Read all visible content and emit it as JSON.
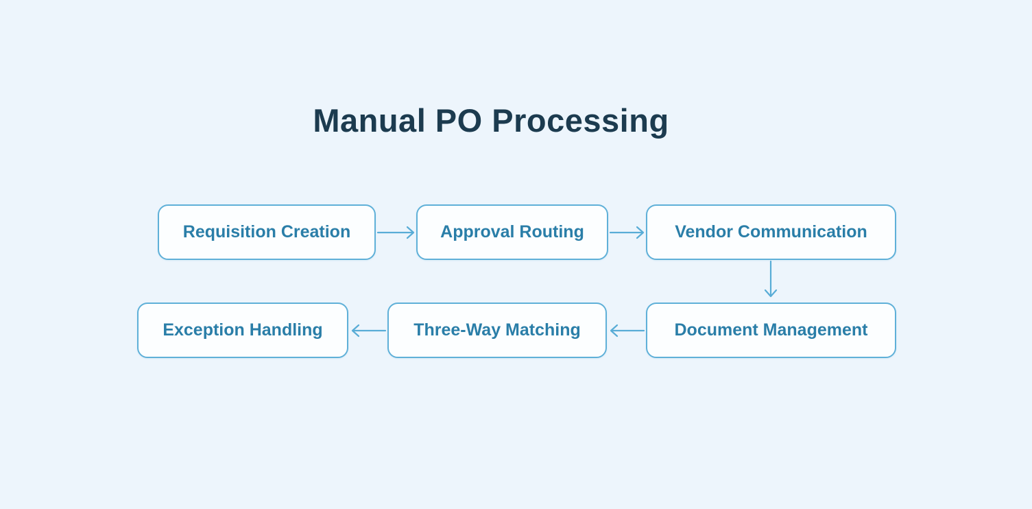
{
  "title": "Manual PO Processing",
  "diagram": {
    "type": "flowchart",
    "nodes": [
      {
        "id": "requisition-creation",
        "label": "Requisition Creation"
      },
      {
        "id": "approval-routing",
        "label": "Approval Routing"
      },
      {
        "id": "vendor-communication",
        "label": "Vendor Communication"
      },
      {
        "id": "document-management",
        "label": "Document Management"
      },
      {
        "id": "three-way-matching",
        "label": "Three-Way Matching"
      },
      {
        "id": "exception-handling",
        "label": "Exception Handling"
      }
    ],
    "edges": [
      {
        "from": "requisition-creation",
        "to": "approval-routing",
        "direction": "right"
      },
      {
        "from": "approval-routing",
        "to": "vendor-communication",
        "direction": "right"
      },
      {
        "from": "vendor-communication",
        "to": "document-management",
        "direction": "down"
      },
      {
        "from": "document-management",
        "to": "three-way-matching",
        "direction": "left"
      },
      {
        "from": "three-way-matching",
        "to": "exception-handling",
        "direction": "left"
      }
    ]
  },
  "colors": {
    "background": "#edf5fc",
    "node_fill": "#fcfeff",
    "node_border": "#5fb0d8",
    "node_text": "#2a7ea8",
    "arrow": "#58acd6",
    "title_text": "#1c3b4f"
  }
}
